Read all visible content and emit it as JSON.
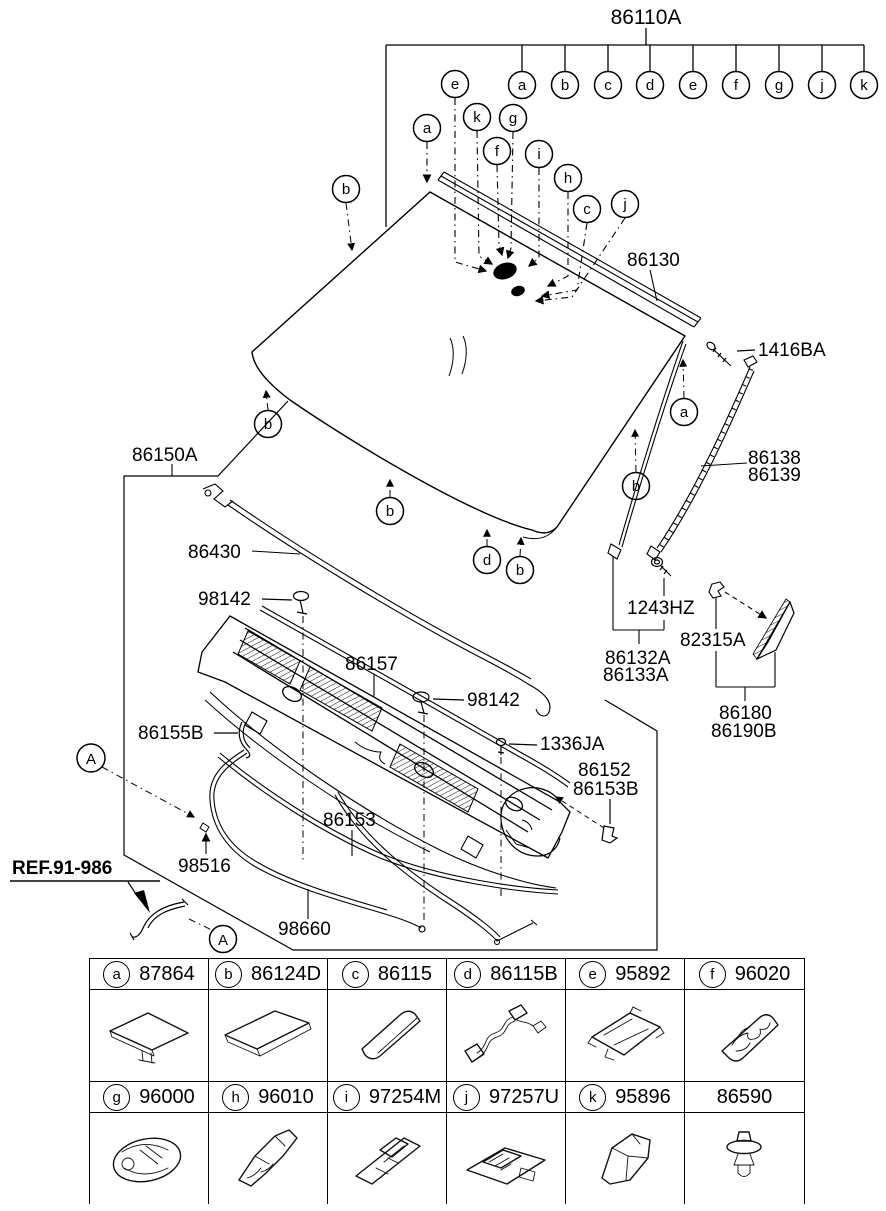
{
  "assembly_label": "86110A",
  "top_callouts": [
    "a",
    "b",
    "c",
    "d",
    "e",
    "f",
    "g",
    "j",
    "k"
  ],
  "glass_callouts": [
    "e",
    "a",
    "k",
    "g",
    "f",
    "i",
    "h",
    "c",
    "j"
  ],
  "edge_callouts": [
    "b",
    "b",
    "b",
    "d",
    "b",
    "b",
    "a"
  ],
  "section_marker": "A",
  "labels": {
    "moulding_86130": "86130",
    "screw_1416ba": "1416BA",
    "garnish_86138": "86138",
    "garnish_86139": "86139",
    "cowl_assembly_86150a": "86150A",
    "washer_hose_86430": "86430",
    "clip_98142_left": "98142",
    "weatherstrip_86157": "86157",
    "clip_98142_right": "98142",
    "cover_86155b": "86155B",
    "screw_1336ja": "1336JA",
    "clip_86152": "86152",
    "clip_86153b": "86153B",
    "weatherstrip_86153": "86153",
    "washer_hose_98516": "98516",
    "ref_note": "REF.91-986",
    "washer_hose_98660": "98660",
    "screw_1243hz": "1243HZ",
    "moulding_86132a": "86132A",
    "moulding_86133a": "86133A",
    "clip_82315a": "82315A",
    "garnish_86180": "86180",
    "garnish_86190b": "86190B"
  },
  "parts_table": {
    "row1": [
      {
        "letter": "a",
        "part_no": "87864"
      },
      {
        "letter": "b",
        "part_no": "86124D"
      },
      {
        "letter": "c",
        "part_no": "86115"
      },
      {
        "letter": "d",
        "part_no": "86115B"
      },
      {
        "letter": "e",
        "part_no": "95892"
      },
      {
        "letter": "f",
        "part_no": "96020"
      }
    ],
    "row2": [
      {
        "letter": "g",
        "part_no": "96000"
      },
      {
        "letter": "h",
        "part_no": "96010"
      },
      {
        "letter": "i",
        "part_no": "97254M"
      },
      {
        "letter": "j",
        "part_no": "97257U"
      },
      {
        "letter": "k",
        "part_no": "95896"
      },
      {
        "letter": "",
        "part_no": "86590"
      }
    ]
  }
}
